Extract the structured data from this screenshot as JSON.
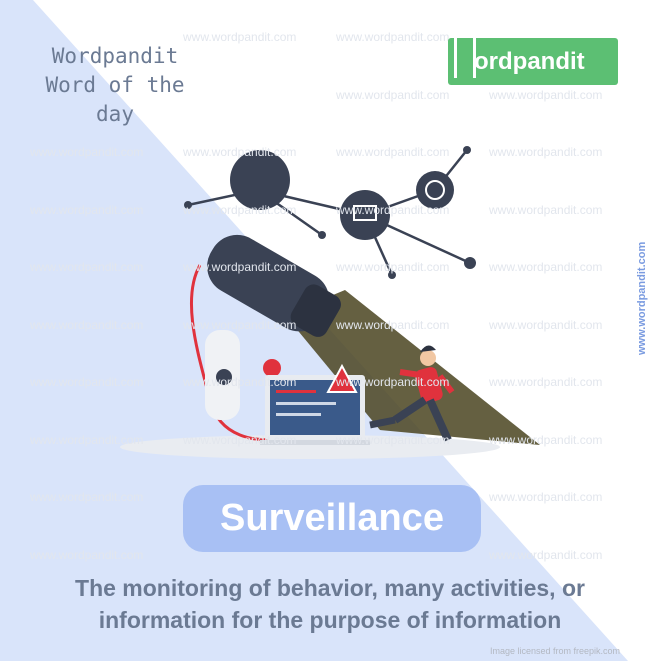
{
  "header": {
    "title_lines": [
      "Wordpandit",
      "Word of the",
      "day"
    ]
  },
  "logo": {
    "text": "ordpandit",
    "letter": "W"
  },
  "watermark": "www.wordpandit.com",
  "side_text": "www.wordpandit.com",
  "word": "Surveillance",
  "definition_lines": [
    "The monitoring of behavior, many activities, or",
    "information for the purpose of information"
  ],
  "credit": "Image licensed from freepik.com",
  "colors": {
    "blue_bg": "#d9e4fa",
    "pill": "#a8c0f4",
    "logo_green": "#5cbf73",
    "text": "#6b7a93"
  }
}
